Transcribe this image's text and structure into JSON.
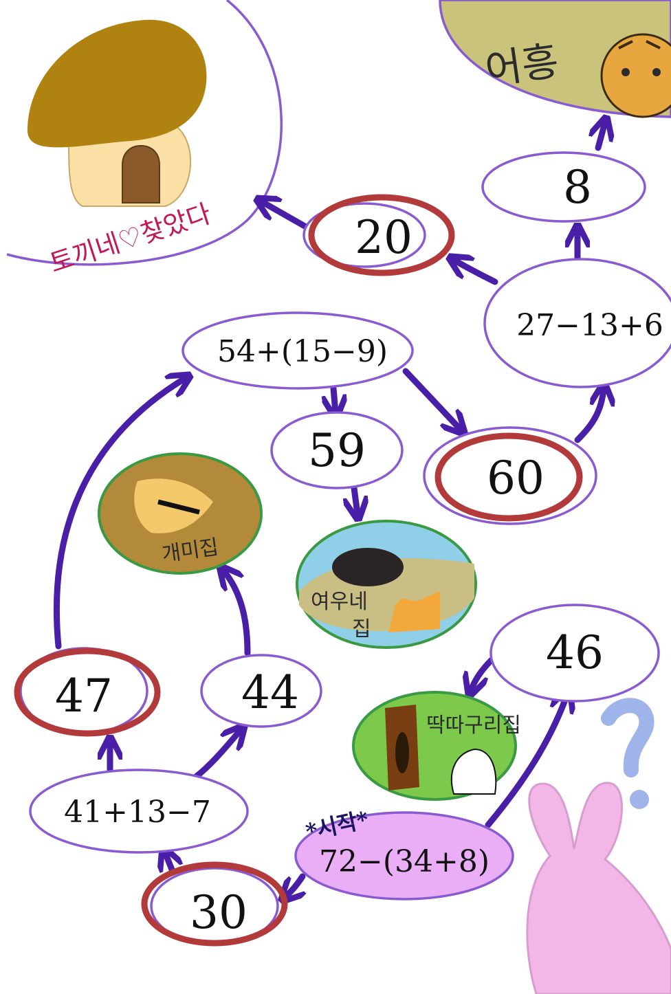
{
  "nodes": {
    "start_tag": "*시작*",
    "start_expr": "72−(34+8)",
    "n30": "30",
    "expr_41": "41+13−7",
    "n47": "47",
    "n44": "44",
    "expr_54": "54+(15−9)",
    "n59": "59",
    "n60": "60",
    "expr_27": "27−13+6",
    "n8": "8",
    "n20": "20",
    "n46": "46"
  },
  "places": {
    "rabbit_found": "토끼네♡찾았다",
    "tiger_sound": "어흥",
    "ant_house": "개미집",
    "fox_house_line1": "여우네",
    "fox_house_line2": "집",
    "woodpecker_house": "딱따구리집"
  },
  "colors": {
    "arrow": "#4a1fa8",
    "ellipse_outline": "#8a5bd0",
    "answer_ring": "#b23a3a",
    "start_fill": "#e9aef5",
    "rabbit_text": "#c2185b"
  }
}
